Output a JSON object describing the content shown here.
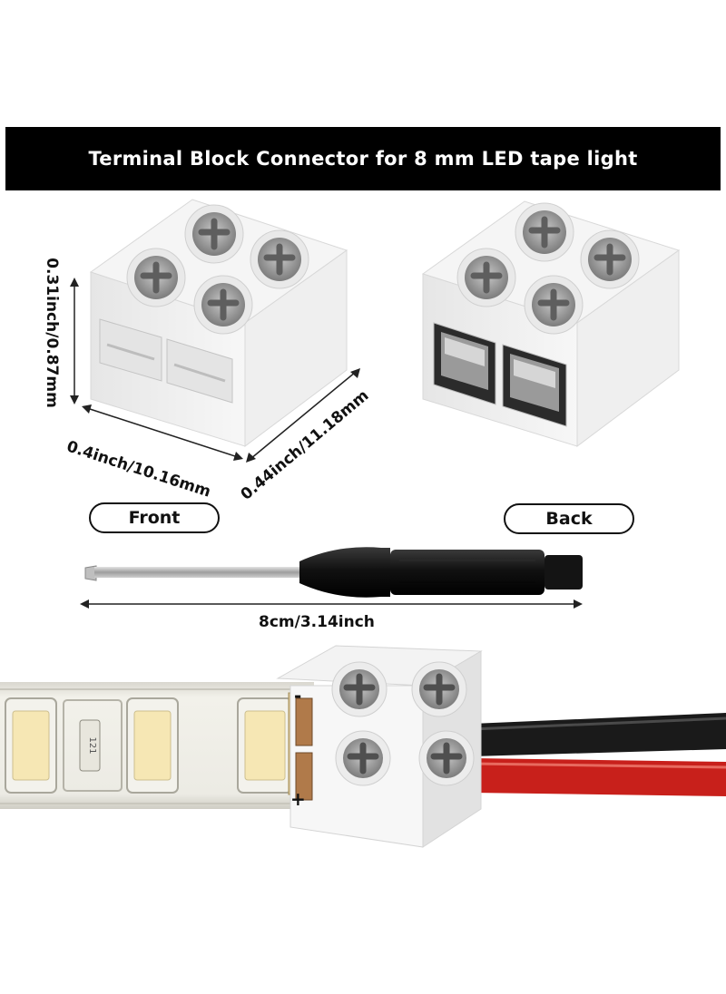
{
  "banner": {
    "title": "Terminal Block Connector for 8 mm LED tape light"
  },
  "labels": {
    "front": "Front",
    "back": "Back"
  },
  "dimensions": {
    "height": "0.31inch/0.87mm",
    "width": "0.4inch/10.16mm",
    "depth": "0.44inch/11.18mm",
    "screwdriver_length": "8cm/3.14inch"
  },
  "strip": {
    "resistor_code": "121",
    "minus_sign": "-",
    "plus_sign": "+"
  },
  "colors": {
    "banner_bg": "#000000",
    "block_white": "#f4f4f4",
    "screw_gray": "#9a9a9a",
    "strip_tape": "#ecebe4",
    "led_warm": "#f6e7b4",
    "wire_red": "#c8201b",
    "wire_black": "#1a1a1a"
  }
}
